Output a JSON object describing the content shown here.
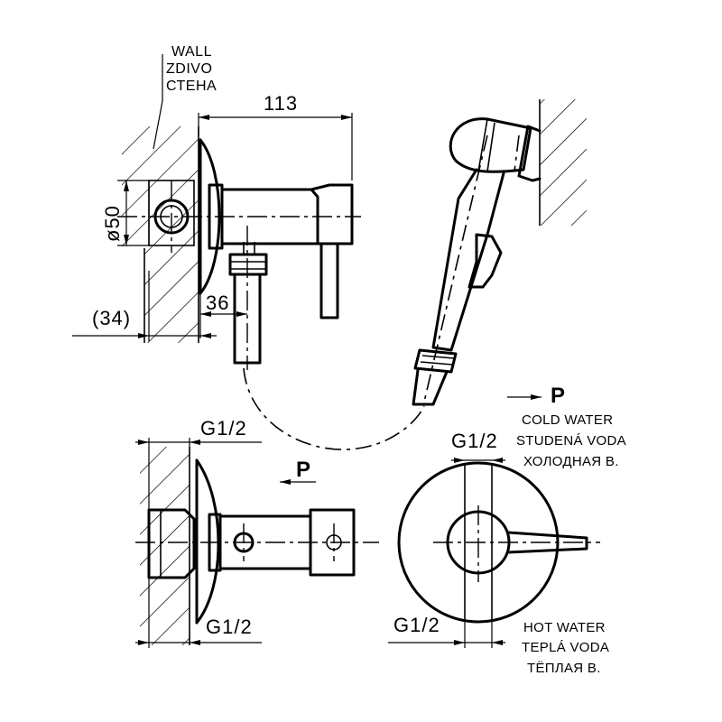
{
  "wall_label": {
    "line1": "WALL",
    "line2": "ZDIVO",
    "line3": "СТЕНА"
  },
  "dimensions": {
    "width_113": "113",
    "diameter_50": "ø50",
    "offset_36": "36",
    "depth_34": "(34)",
    "thread_top": "G1/2",
    "thread_bottom": "G1/2",
    "thread_front_top": "G1/2",
    "thread_front_bottom": "G1/2"
  },
  "section_marks": {
    "p_front": "P",
    "p_side": "P"
  },
  "cold_water": {
    "line1": "COLD WATER",
    "line2": "STUDENÁ VODA",
    "line3": "ХОЛОДНАЯ В."
  },
  "hot_water": {
    "line1": "HOT WATER",
    "line2": "TEPLÁ VODA",
    "line3": "ТЁПЛАЯ В."
  }
}
